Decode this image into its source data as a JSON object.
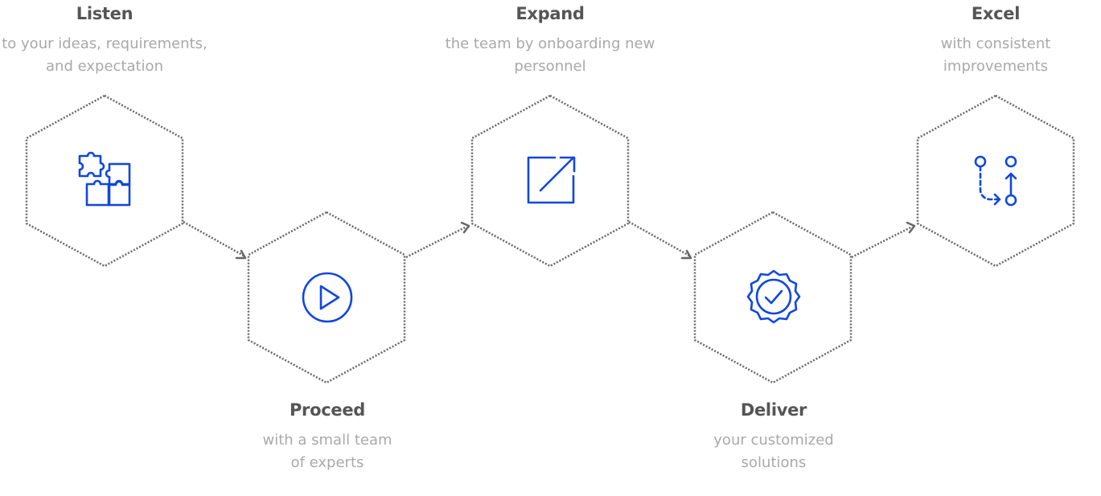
{
  "theme": {
    "accent_color": "#1146e0",
    "title_color": "#555555",
    "description_color": "#a9a9a9",
    "outline_color": "#666666"
  },
  "steps": [
    {
      "title": "Listen",
      "description_lines": [
        "to your ideas, requirements,",
        "and expectation"
      ],
      "icon": "puzzle-icon"
    },
    {
      "title": "Proceed",
      "description_lines": [
        "with a small team",
        "of experts"
      ],
      "icon": "play-circle-icon"
    },
    {
      "title": "Expand",
      "description_lines": [
        "the team by onboarding new",
        "personnel"
      ],
      "icon": "expand-arrow-icon"
    },
    {
      "title": "Deliver",
      "description_lines": [
        "your customized",
        "solutions"
      ],
      "icon": "badge-check-icon"
    },
    {
      "title": "Excel",
      "description_lines": [
        "with consistent",
        "improvements"
      ],
      "icon": "git-merge-icon"
    }
  ]
}
